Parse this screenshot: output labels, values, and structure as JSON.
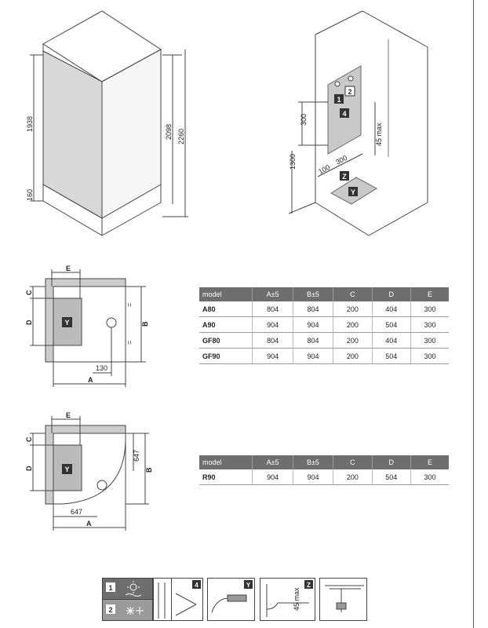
{
  "elevation": {
    "h1938": "1938",
    "h160": "160",
    "h2098": "2098",
    "h2260": "2260"
  },
  "install": {
    "h300": "300",
    "h1300": "1300",
    "w100": "100",
    "w300": "300",
    "max45": "45 max",
    "m1": "1",
    "m2": "2",
    "m4": "4",
    "mz": "Z",
    "my": "Y"
  },
  "plan1": {
    "e": "E",
    "c": "C",
    "d": "D",
    "b": "B",
    "a": "A",
    "x130": "130",
    "y": "Y",
    "eq1": "=",
    "eq2": "="
  },
  "plan2": {
    "e": "E",
    "c": "C",
    "d": "D",
    "b": "B",
    "a": "A",
    "x647": "647",
    "y647": "647",
    "y": "Y"
  },
  "table1": {
    "headers": [
      "model",
      "A±5",
      "B±5",
      "C",
      "D",
      "E"
    ],
    "rows": [
      [
        "A80",
        "804",
        "804",
        "200",
        "404",
        "300"
      ],
      [
        "A90",
        "904",
        "904",
        "200",
        "504",
        "300"
      ],
      [
        "GF80",
        "804",
        "804",
        "200",
        "404",
        "300"
      ],
      [
        "GF90",
        "904",
        "904",
        "200",
        "504",
        "300"
      ]
    ]
  },
  "table2": {
    "headers": [
      "model",
      "A±5",
      "B±5",
      "C",
      "D",
      "E"
    ],
    "rows": [
      [
        "R90",
        "904",
        "904",
        "200",
        "504",
        "300"
      ]
    ]
  },
  "legend": {
    "k1": "1",
    "k2": "2",
    "k4": "4",
    "ky": "Y",
    "kz": "Z",
    "max45": "45 max"
  }
}
